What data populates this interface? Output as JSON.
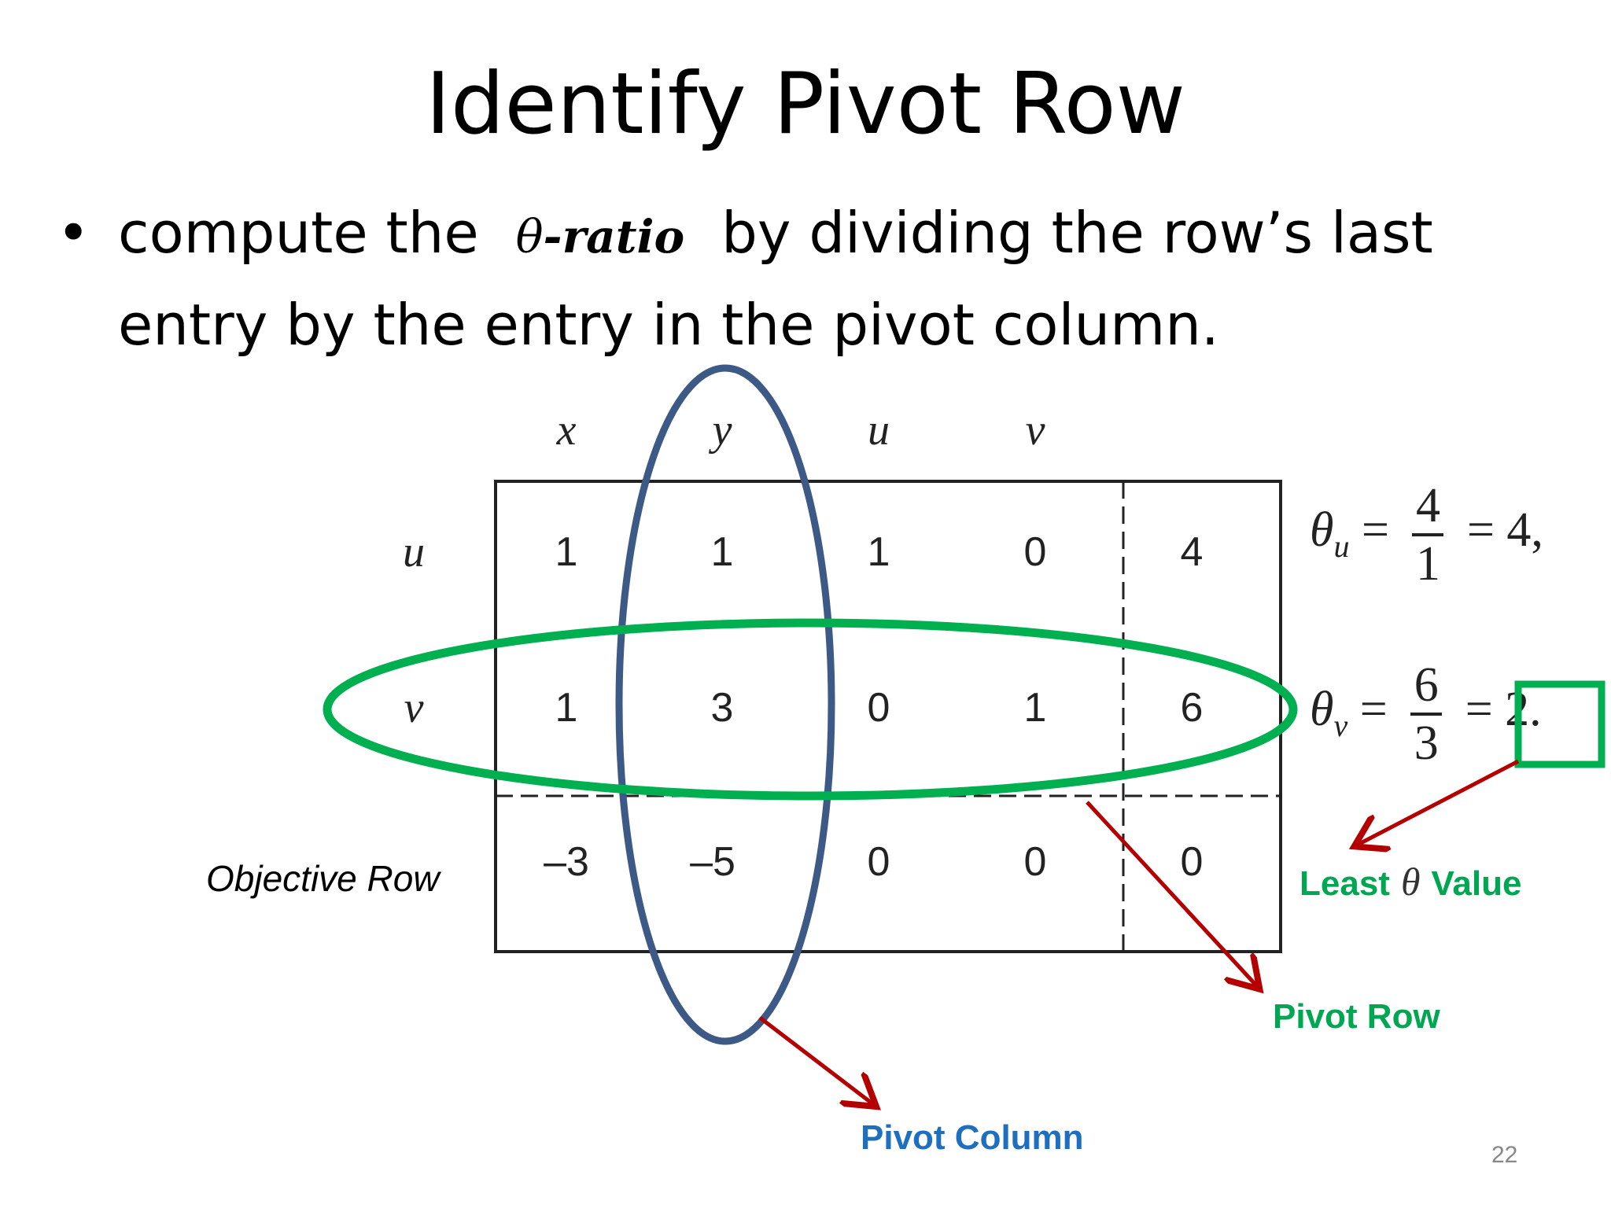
{
  "slide": {
    "title": "Identify Pivot Row",
    "bullet": {
      "before": "compute the",
      "theta_symbol": "θ",
      "ratio_word": "-ratio",
      "after": "by dividing the row’s last",
      "line2": "entry by the entry in the pivot column."
    },
    "page_number": "22"
  },
  "tableau": {
    "column_headers": [
      "x",
      "y",
      "u",
      "v"
    ],
    "row_headers": [
      "u",
      "v",
      ""
    ],
    "rows": [
      [
        "1",
        "1",
        "1",
        "0",
        "4"
      ],
      [
        "1",
        "3",
        "0",
        "1",
        "6"
      ],
      [
        "–3",
        "–5",
        "0",
        "0",
        "0"
      ]
    ],
    "objective_row_label": "Objective Row"
  },
  "ratios": [
    {
      "symbol": "θ",
      "subscript": "u",
      "numerator": "4",
      "denominator": "1",
      "result": "4,"
    },
    {
      "symbol": "θ",
      "subscript": "v",
      "numerator": "6",
      "denominator": "3",
      "result": "2."
    }
  ],
  "annotations": {
    "least_value": {
      "word1": "Least",
      "theta": "θ",
      "word2": "Value"
    },
    "pivot_row": "Pivot Row",
    "pivot_column": "Pivot Column"
  },
  "colors": {
    "pivot_row_highlight": "#00b050",
    "pivot_column_highlight": "#3d5a87",
    "arrow": "#b40000",
    "least_value_label": "#00a651",
    "pivot_column_label": "#1f6fbf"
  }
}
